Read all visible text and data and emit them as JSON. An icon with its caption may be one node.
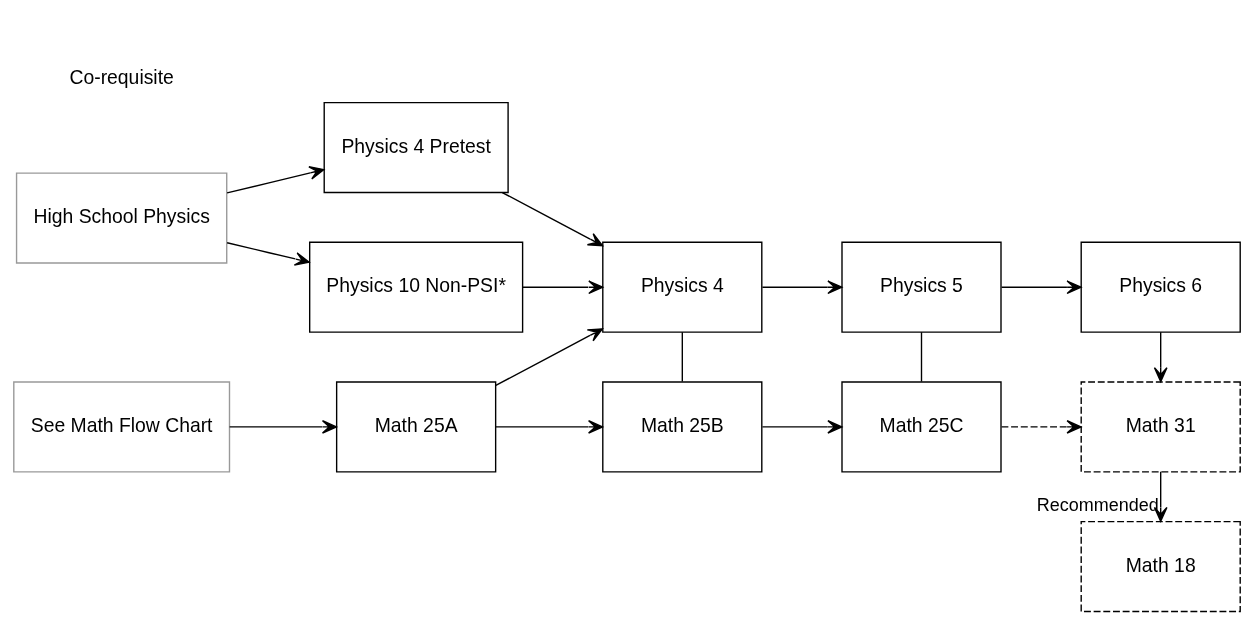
{
  "diagram": {
    "nodes": [
      {
        "text": [
          "High School Physics"
        ]
      },
      {
        "text": [
          "Physics 4 Pretest"
        ]
      },
      {
        "text": [
          "Physics 10 Non-PSI*"
        ]
      },
      {
        "text": [
          "Physics 4"
        ]
      },
      {
        "text": [
          "Physics 5"
        ]
      },
      {
        "text": [
          "Physics 6"
        ]
      },
      {
        "text": [
          "See Math Flow Chart"
        ]
      },
      {
        "text": [
          "Math 25A"
        ]
      },
      {
        "text": [
          "Math 25B"
        ]
      },
      {
        "text": [
          "Math 25C"
        ]
      },
      {
        "text": [
          "Math 31"
        ]
      },
      {
        "text": [
          "Math 18"
        ]
      }
    ],
    "edges": [
      {
        "from": 0,
        "to": 1,
        "arrow": "to"
      },
      {
        "from": 0,
        "to": 2,
        "arrow": "to"
      },
      {
        "from": 1,
        "to": 3,
        "arrow": "to"
      },
      {
        "from": 2,
        "to": 3,
        "arrow": "to"
      },
      {
        "from": 7,
        "to": 3,
        "arrow": "to"
      },
      {
        "from": 6,
        "to": 7,
        "arrow": "to"
      },
      {
        "from": 7,
        "to": 8,
        "arrow": "to"
      },
      {
        "from": 3,
        "to": 4,
        "arrow": "to"
      },
      {
        "from": 4,
        "to": 5,
        "arrow": "to"
      },
      {
        "from": 3,
        "to": 8,
        "arrow": "none"
      },
      {
        "from": 4,
        "to": 9,
        "arrow": "none"
      },
      {
        "from": 8,
        "to": 9,
        "arrow": "to"
      },
      {
        "from": 9,
        "to": 10,
        "arrow": "to",
        "style": "dashed"
      },
      {
        "from": 5,
        "to": 10,
        "arrow": "to"
      },
      {
        "from": 10,
        "to": 11,
        "arrow": "to",
        "label": "Recommended"
      }
    ],
    "labels": [
      "Co-requisite"
    ]
  }
}
